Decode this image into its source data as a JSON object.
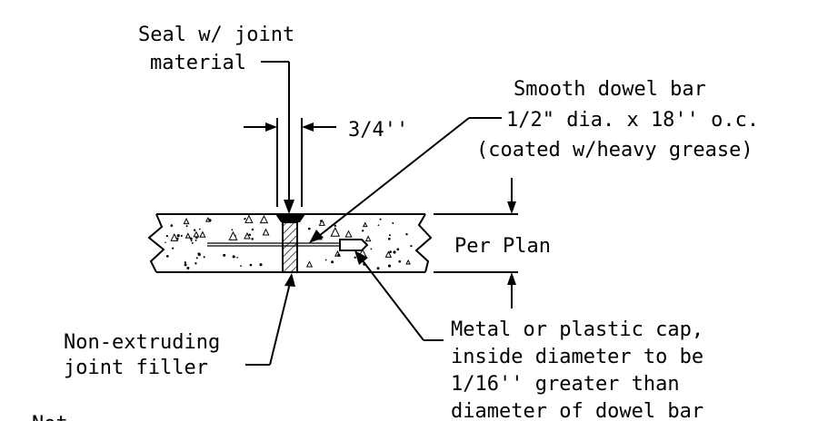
{
  "labels": {
    "seal_line1": "Seal w/ joint",
    "seal_line2": "material",
    "joint_width": "3/4''",
    "dowel_line1": "Smooth dowel bar",
    "dowel_line2": "1/2\" dia. x 18'' o.c.",
    "dowel_line3": "(coated w/heavy grease)",
    "thickness": "Per Plan",
    "filler_line1": "Non-extruding",
    "filler_line2": "joint filler",
    "cap_line1": "Metal or plastic cap,",
    "cap_line2": "inside diameter to be",
    "cap_line3": "1/16'' greater than",
    "cap_line4": "diameter of dowel bar",
    "note_partial": "Not"
  },
  "colors": {
    "ink": "#000000",
    "background": "#ffffff"
  }
}
